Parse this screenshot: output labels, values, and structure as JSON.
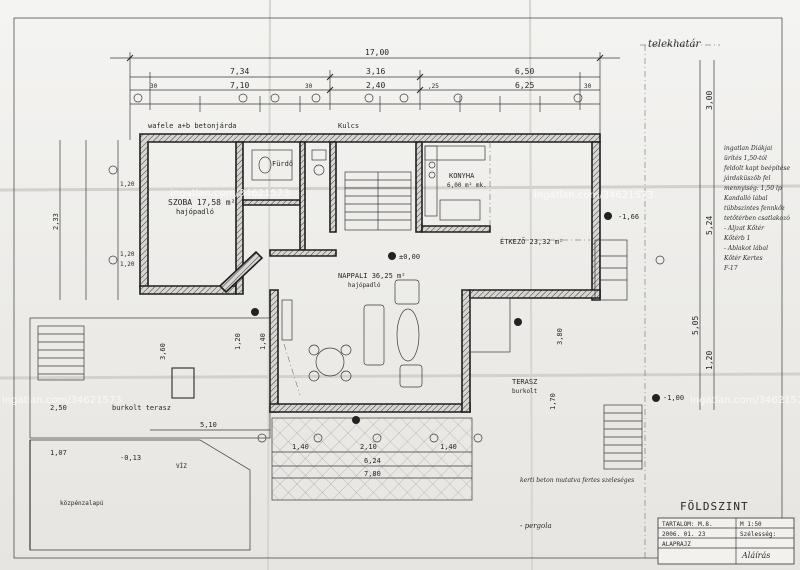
{
  "dims_top": {
    "total": "17,00",
    "row2": [
      "7,34",
      "3,16",
      "6,50"
    ],
    "row3": [
      "7,10",
      "2,40",
      "6,25"
    ],
    "small": [
      "30",
      "30",
      ",25",
      "30"
    ]
  },
  "labels": {
    "telekhatar": "telekhatár",
    "wafle": "wafele a+b betonjárda",
    "kulcs": "Kulcs",
    "szoba": "SZOBA 17,58 m²",
    "szoba_sub": "hajópadló",
    "furdo": "Fürdő",
    "konyha": "KONYHA",
    "konyha_sub": "6,00 m² mk.",
    "etkezo": "ÉTKEZŐ 23,32 m²",
    "nappali": "NAPPALI 36,25 m²",
    "nappali_sub": "hajópadló",
    "terasz": "TERASZ",
    "terasz_sub": "burkolt",
    "burkolt": "burkolt terasz",
    "viz": "VÍZ",
    "kozpont": "közpénzalapú",
    "kerti": "kerti beton mutatva fertes szeleséges",
    "pergola": "- pergola",
    "foldszint": "FÖLDSZINT",
    "watermark": "ingatlan.com/34621573",
    "level_a": "-0,13",
    "level_b": "±0,00",
    "level_c": "-1,66",
    "level_d": "-1,00"
  },
  "side_note": [
    "ingatlan Diákjai",
    "ürítés 1,50-tól",
    "feldolt kapt beépítése",
    "járdaküszöb fel",
    "mennyiség: 1,50 lp",
    "Kandalló lábal",
    "tübbszintes fennkőz",
    "tetőtérben csatlakozó",
    "- Aljzat Kőtér",
    "  Kőtérb 1",
    "- Ablakot lábal",
    "  Kőtér Kertes",
    "  F-17"
  ],
  "dims_right": [
    "3,00",
    "5,24",
    "5,05",
    "1,20"
  ],
  "dims_left": [
    "2,33",
    "1,20",
    "1,20",
    "1,20"
  ],
  "dims_bottom": [
    "1,40",
    "2,10",
    "1,40",
    "6,24",
    "7,80",
    "5,10",
    "2,50",
    "1,07"
  ],
  "dims_mid": [
    "3,60",
    "1,20",
    "1,40",
    "3,80",
    "1,70"
  ],
  "title_block": {
    "header": "TARTALOM: M.8.",
    "row1": "M 1:50",
    "row2": "2006. 01. 23",
    "row3": "Szélesség:",
    "row4": "ALAPRAJZ",
    "sign": "Aláírás"
  }
}
